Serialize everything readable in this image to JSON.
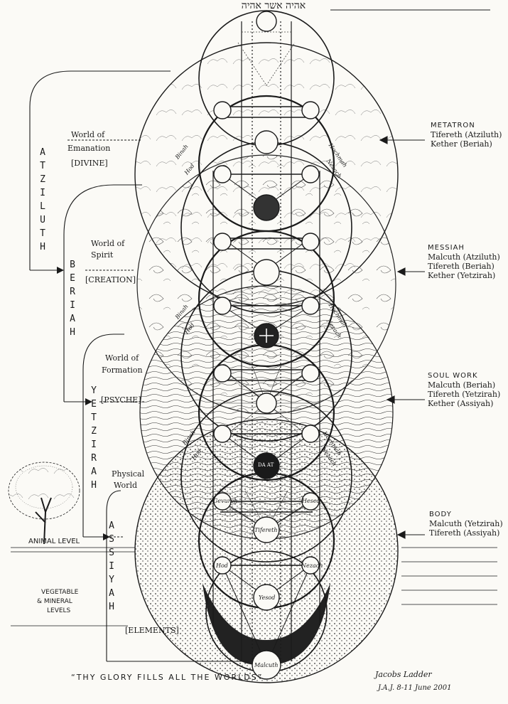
{
  "header": {
    "hebrew": "אהיה אשר אהיה"
  },
  "worlds": [
    {
      "id": "atziluth",
      "vertical": "ATZILUTH",
      "name_line1": "World of",
      "name_line2": "Emanation",
      "tag": "[DIVINE]"
    },
    {
      "id": "beriah",
      "vertical": "BERIAH",
      "name_line1": "World of",
      "name_line2": "Spirit",
      "tag": "[CREATION]"
    },
    {
      "id": "yetzirah",
      "vertical": "YETZIRAH",
      "name_line1": "World of",
      "name_line2": "Formation",
      "tag": "[PSYCHE]"
    },
    {
      "id": "assiyah",
      "vertical": "ASSIYAH",
      "name_line1": "Physical",
      "name_line2": "World",
      "tag": "[ELEMENTS]"
    }
  ],
  "levels": {
    "animal": "ANIMAL LEVEL",
    "vegetable_line1": "VEGETABLE",
    "vegetable_line2": "& MINERAL",
    "vegetable_line3": "LEVELS"
  },
  "right_labels": [
    {
      "head": "METATRON",
      "lines": [
        "Tifereth (Atziluth)",
        "Kether (Beriah)"
      ]
    },
    {
      "head": "MESSIAH",
      "lines": [
        "Malcuth (Atziluth)",
        "Tifereth (Beriah)",
        "Kether (Yetzirah)"
      ]
    },
    {
      "head": "SOUL WORK",
      "lines": [
        "Malcuth (Beriah)",
        "Tifereth (Yetzirah)",
        "Kether (Assiyah)"
      ]
    },
    {
      "head": "BODY",
      "lines": [
        "Malcuth (Yetzirah)",
        "Tifereth (Assiyah)"
      ]
    }
  ],
  "sephirot": {
    "binah": "Binah",
    "hod": "Hod",
    "hochmah": "Hochmah",
    "nezach": "Nezach",
    "gevurah": "Gevurah",
    "hesed": "Hesed",
    "tifereth": "Tifereth",
    "yesod": "Yesod",
    "malcuth": "Malcuth",
    "daat": "DA AT"
  },
  "caption": "“THY GLORY FILLS ALL THE WORLDS”",
  "signature": {
    "title": "Jacobs Ladder",
    "byline": "J.A.J. 8-11 June 2001"
  },
  "colors": {
    "ink": "#1a1a1a",
    "paper": "#fbfaf6",
    "dark": "#222222"
  }
}
